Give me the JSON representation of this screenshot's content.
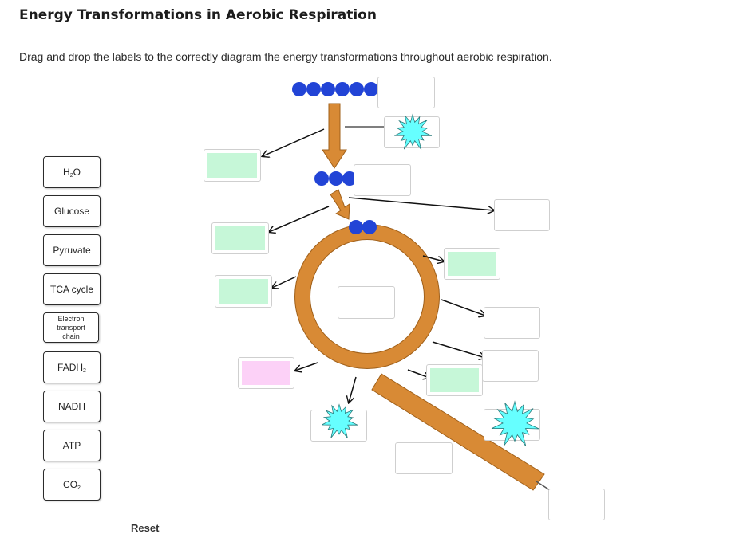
{
  "title": "Energy Transformations in Aerobic Respiration",
  "instructions": "Drag and drop the labels to the correctly diagram the energy transformations throughout aerobic respiration.",
  "labels": [
    {
      "id": "h2o",
      "text": "H",
      "sub": "2",
      "after": "O"
    },
    {
      "id": "glucose",
      "text": "Glucose"
    },
    {
      "id": "pyruvate",
      "text": "Pyruvate"
    },
    {
      "id": "tca",
      "text": "TCA cycle"
    },
    {
      "id": "etc",
      "text": "Electron\ntransport\nchain"
    },
    {
      "id": "fadh2",
      "text": "FADH",
      "sub": "2"
    },
    {
      "id": "nadh",
      "text": "NADH"
    },
    {
      "id": "atp",
      "text": "ATP"
    },
    {
      "id": "co2",
      "text": "CO",
      "sub": "2"
    }
  ],
  "reset_label": "Reset",
  "colors": {
    "carbon_dark": "#2244d6",
    "carbon_light": "#6699ee",
    "pathway": "#d88a35",
    "pathway_stroke": "#a0601a",
    "energy_star": "#66ffff",
    "zone_green": "#c6f7d8",
    "zone_pink": "#fcd1f7"
  }
}
